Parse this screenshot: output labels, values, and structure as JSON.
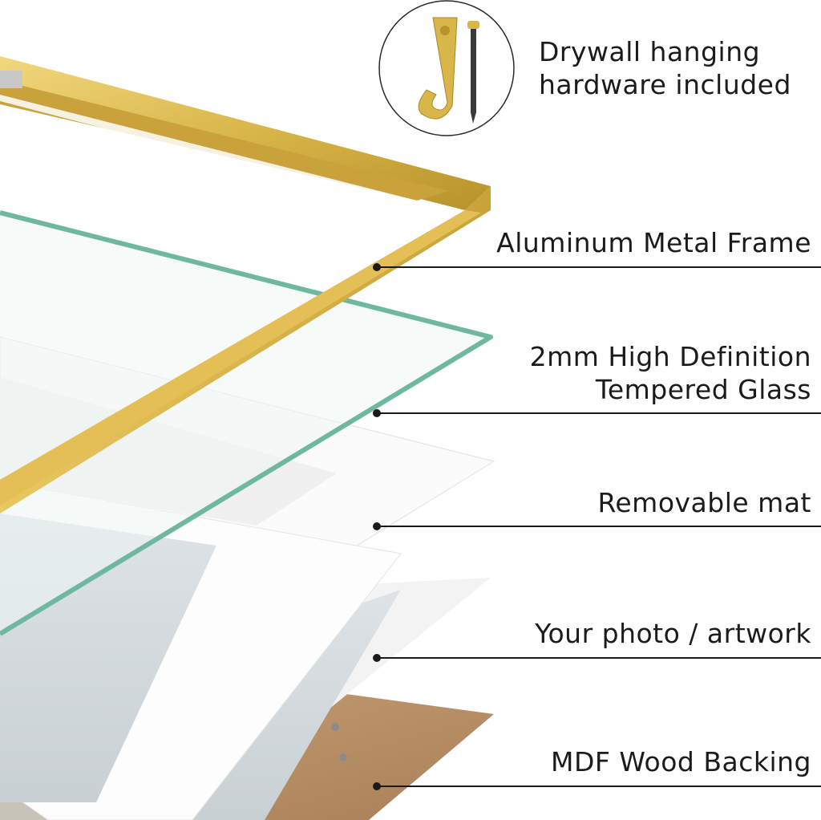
{
  "hardware": {
    "line1": "Drywall hanging",
    "line2": "hardware included",
    "icon": "hook-nail-icon"
  },
  "layers": [
    {
      "line1": "Aluminum Metal Frame",
      "line2": ""
    },
    {
      "line1": "2mm High Definition",
      "line2": "Tempered Glass"
    },
    {
      "line1": "Removable mat",
      "line2": ""
    },
    {
      "line1": "Your photo / artwork",
      "line2": ""
    },
    {
      "line1": "MDF Wood Backing",
      "line2": ""
    }
  ],
  "colors": {
    "frame_gold": "#d9b64a",
    "frame_gold_dark": "#b8922a",
    "glass_edge": "#6fb8a0",
    "mat_white": "#f7f7f7",
    "backing_brown": "#b9906a",
    "leader_line": "#1a1a1a"
  }
}
